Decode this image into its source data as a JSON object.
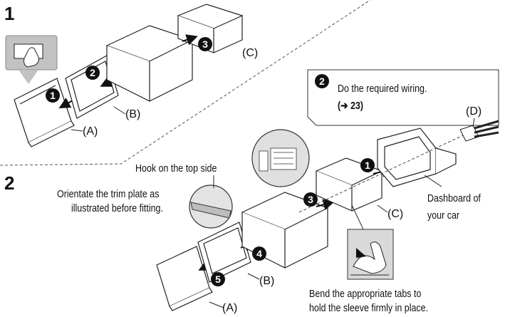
{
  "steps": {
    "step1_number": "1",
    "step2_number": "2"
  },
  "labels": {
    "part_a": "(A)",
    "part_b": "(B)",
    "part_c": "(C)",
    "part_d": "(D)"
  },
  "callouts": {
    "n1": "1",
    "n2": "2",
    "n3": "3",
    "n4": "4",
    "n5": "5"
  },
  "notes": {
    "hook_top_side": "Hook on the top side",
    "orientate_line1": "Orientate the trim plate as",
    "orientate_line2": "illustrated before fitting.",
    "wiring_number": "2",
    "wiring_line1": "Do the required wiring.",
    "wiring_line2": "(➔ 23)",
    "dashboard_line1": "Dashboard of",
    "dashboard_line2": "your car",
    "bend_line1": "Bend the appropriate tabs to",
    "bend_line2": "hold the sleeve firmly in place."
  },
  "colors": {
    "line": "#1a1a1a",
    "badge": "#111111",
    "panel_gray": "#bdbdbd",
    "magnifier": "#d9d9d9"
  }
}
